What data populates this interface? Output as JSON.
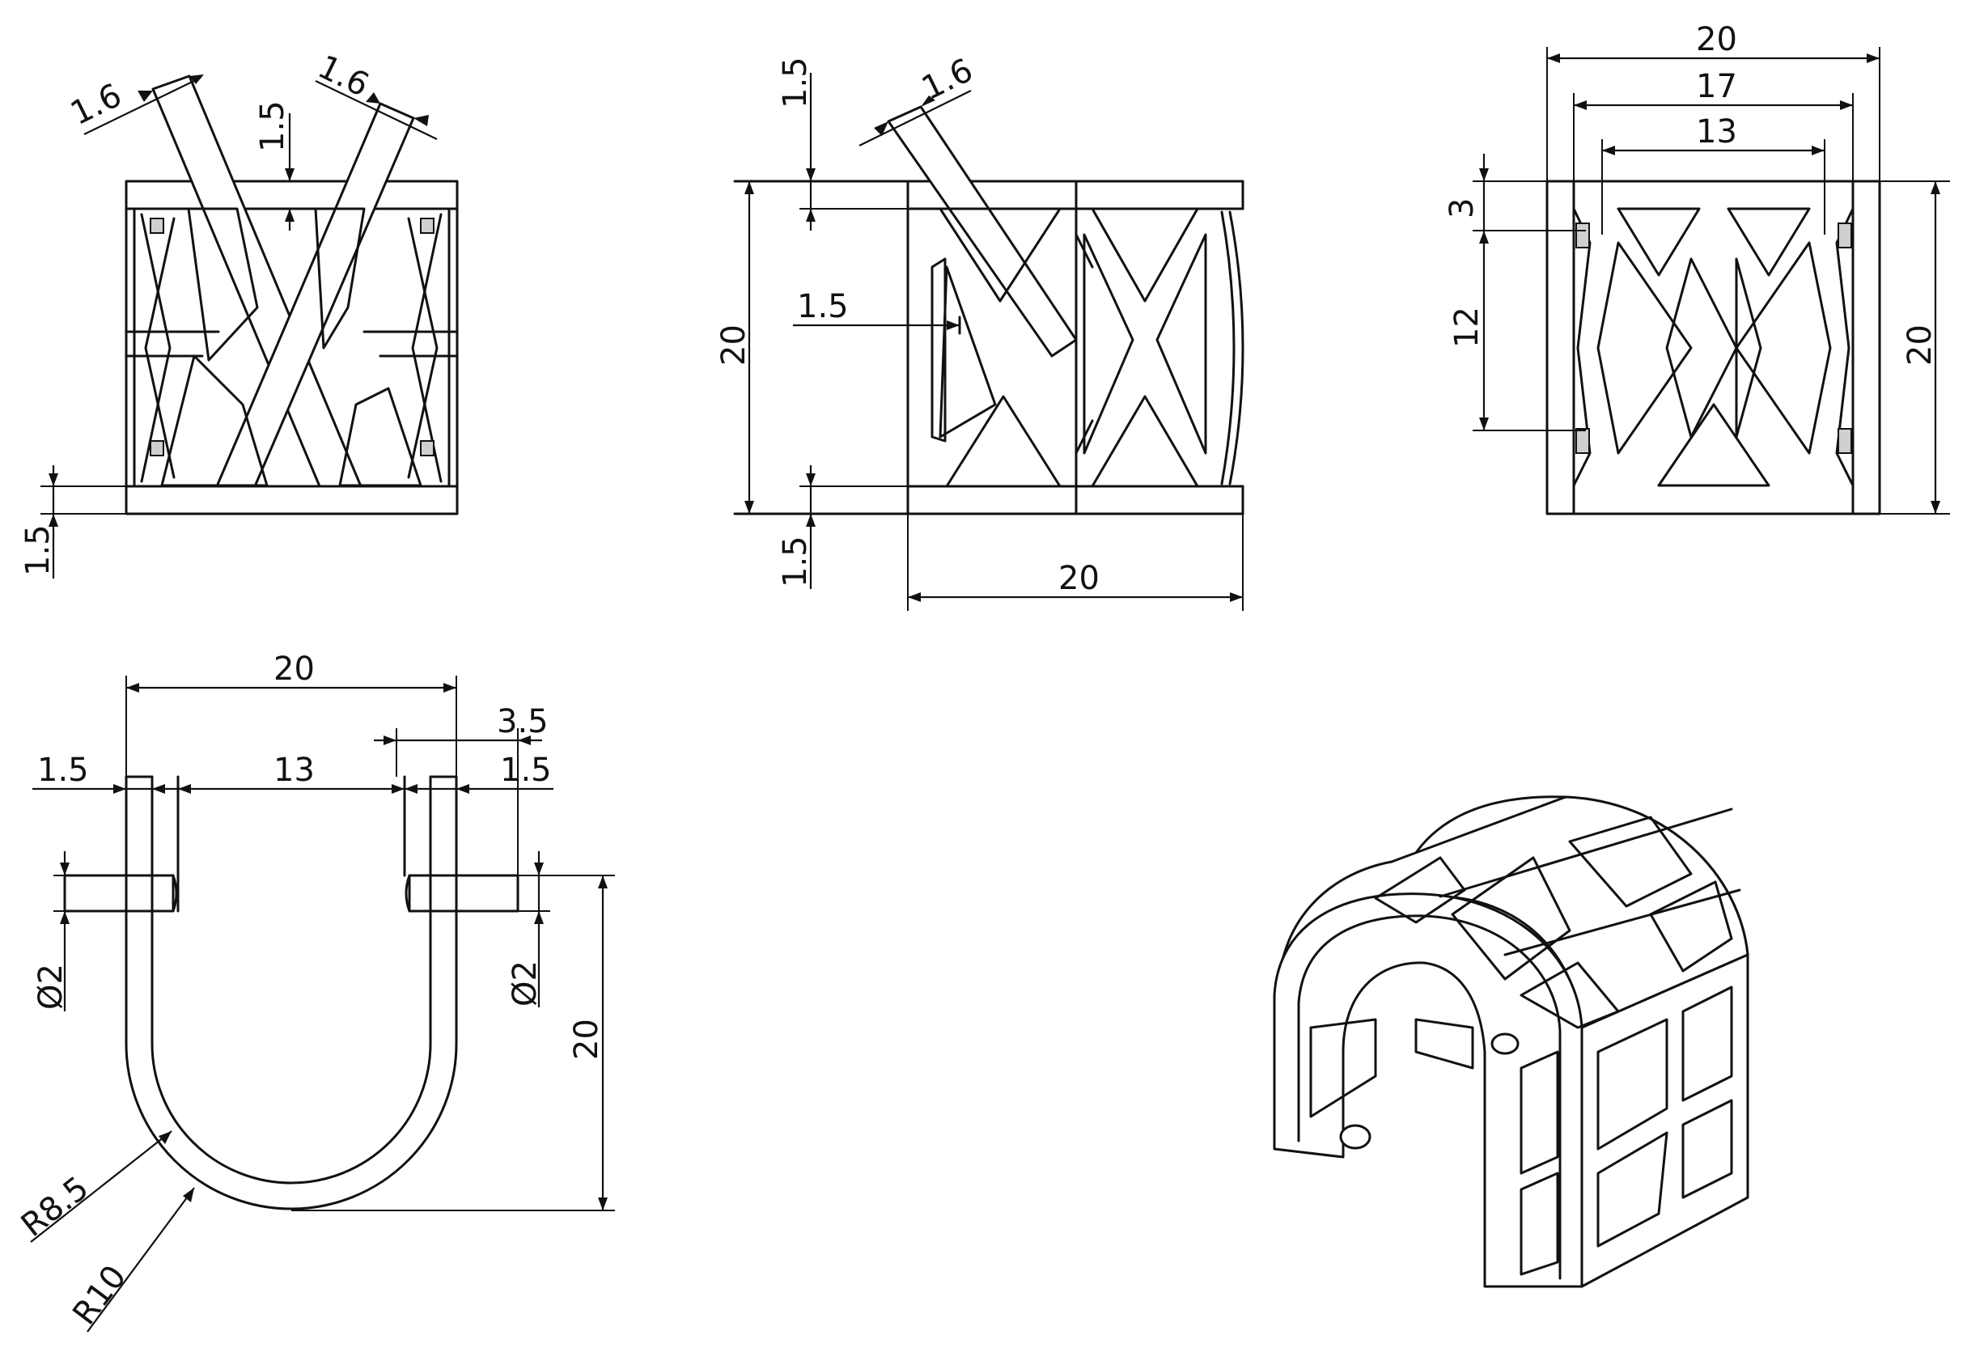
{
  "drawing": {
    "views": {
      "front": {
        "dims": {
          "strut_left": "1.6",
          "strut_right": "1.6",
          "top_wall": "1.5",
          "bottom_wall": "1.5"
        }
      },
      "side": {
        "dims": {
          "top_wall": "1.5",
          "strut": "1.6",
          "height": "20",
          "rib": "1.5",
          "bottom_wall": "1.5",
          "length": "20"
        }
      },
      "top": {
        "dims": {
          "outer_width": "20",
          "mid_width": "17",
          "inner_width": "13",
          "hole_offset": "3",
          "hole_spacing": "12",
          "height": "20"
        }
      },
      "section": {
        "dims": {
          "width": "20",
          "pin_length": "3.5",
          "left_wall": "1.5",
          "gap": "13",
          "right_wall": "1.5",
          "pin_dia_left": "Ø2",
          "pin_dia_right": "Ø2",
          "height": "20",
          "inner_radius": "R8.5",
          "outer_radius": "R10"
        }
      },
      "iso": {}
    }
  }
}
